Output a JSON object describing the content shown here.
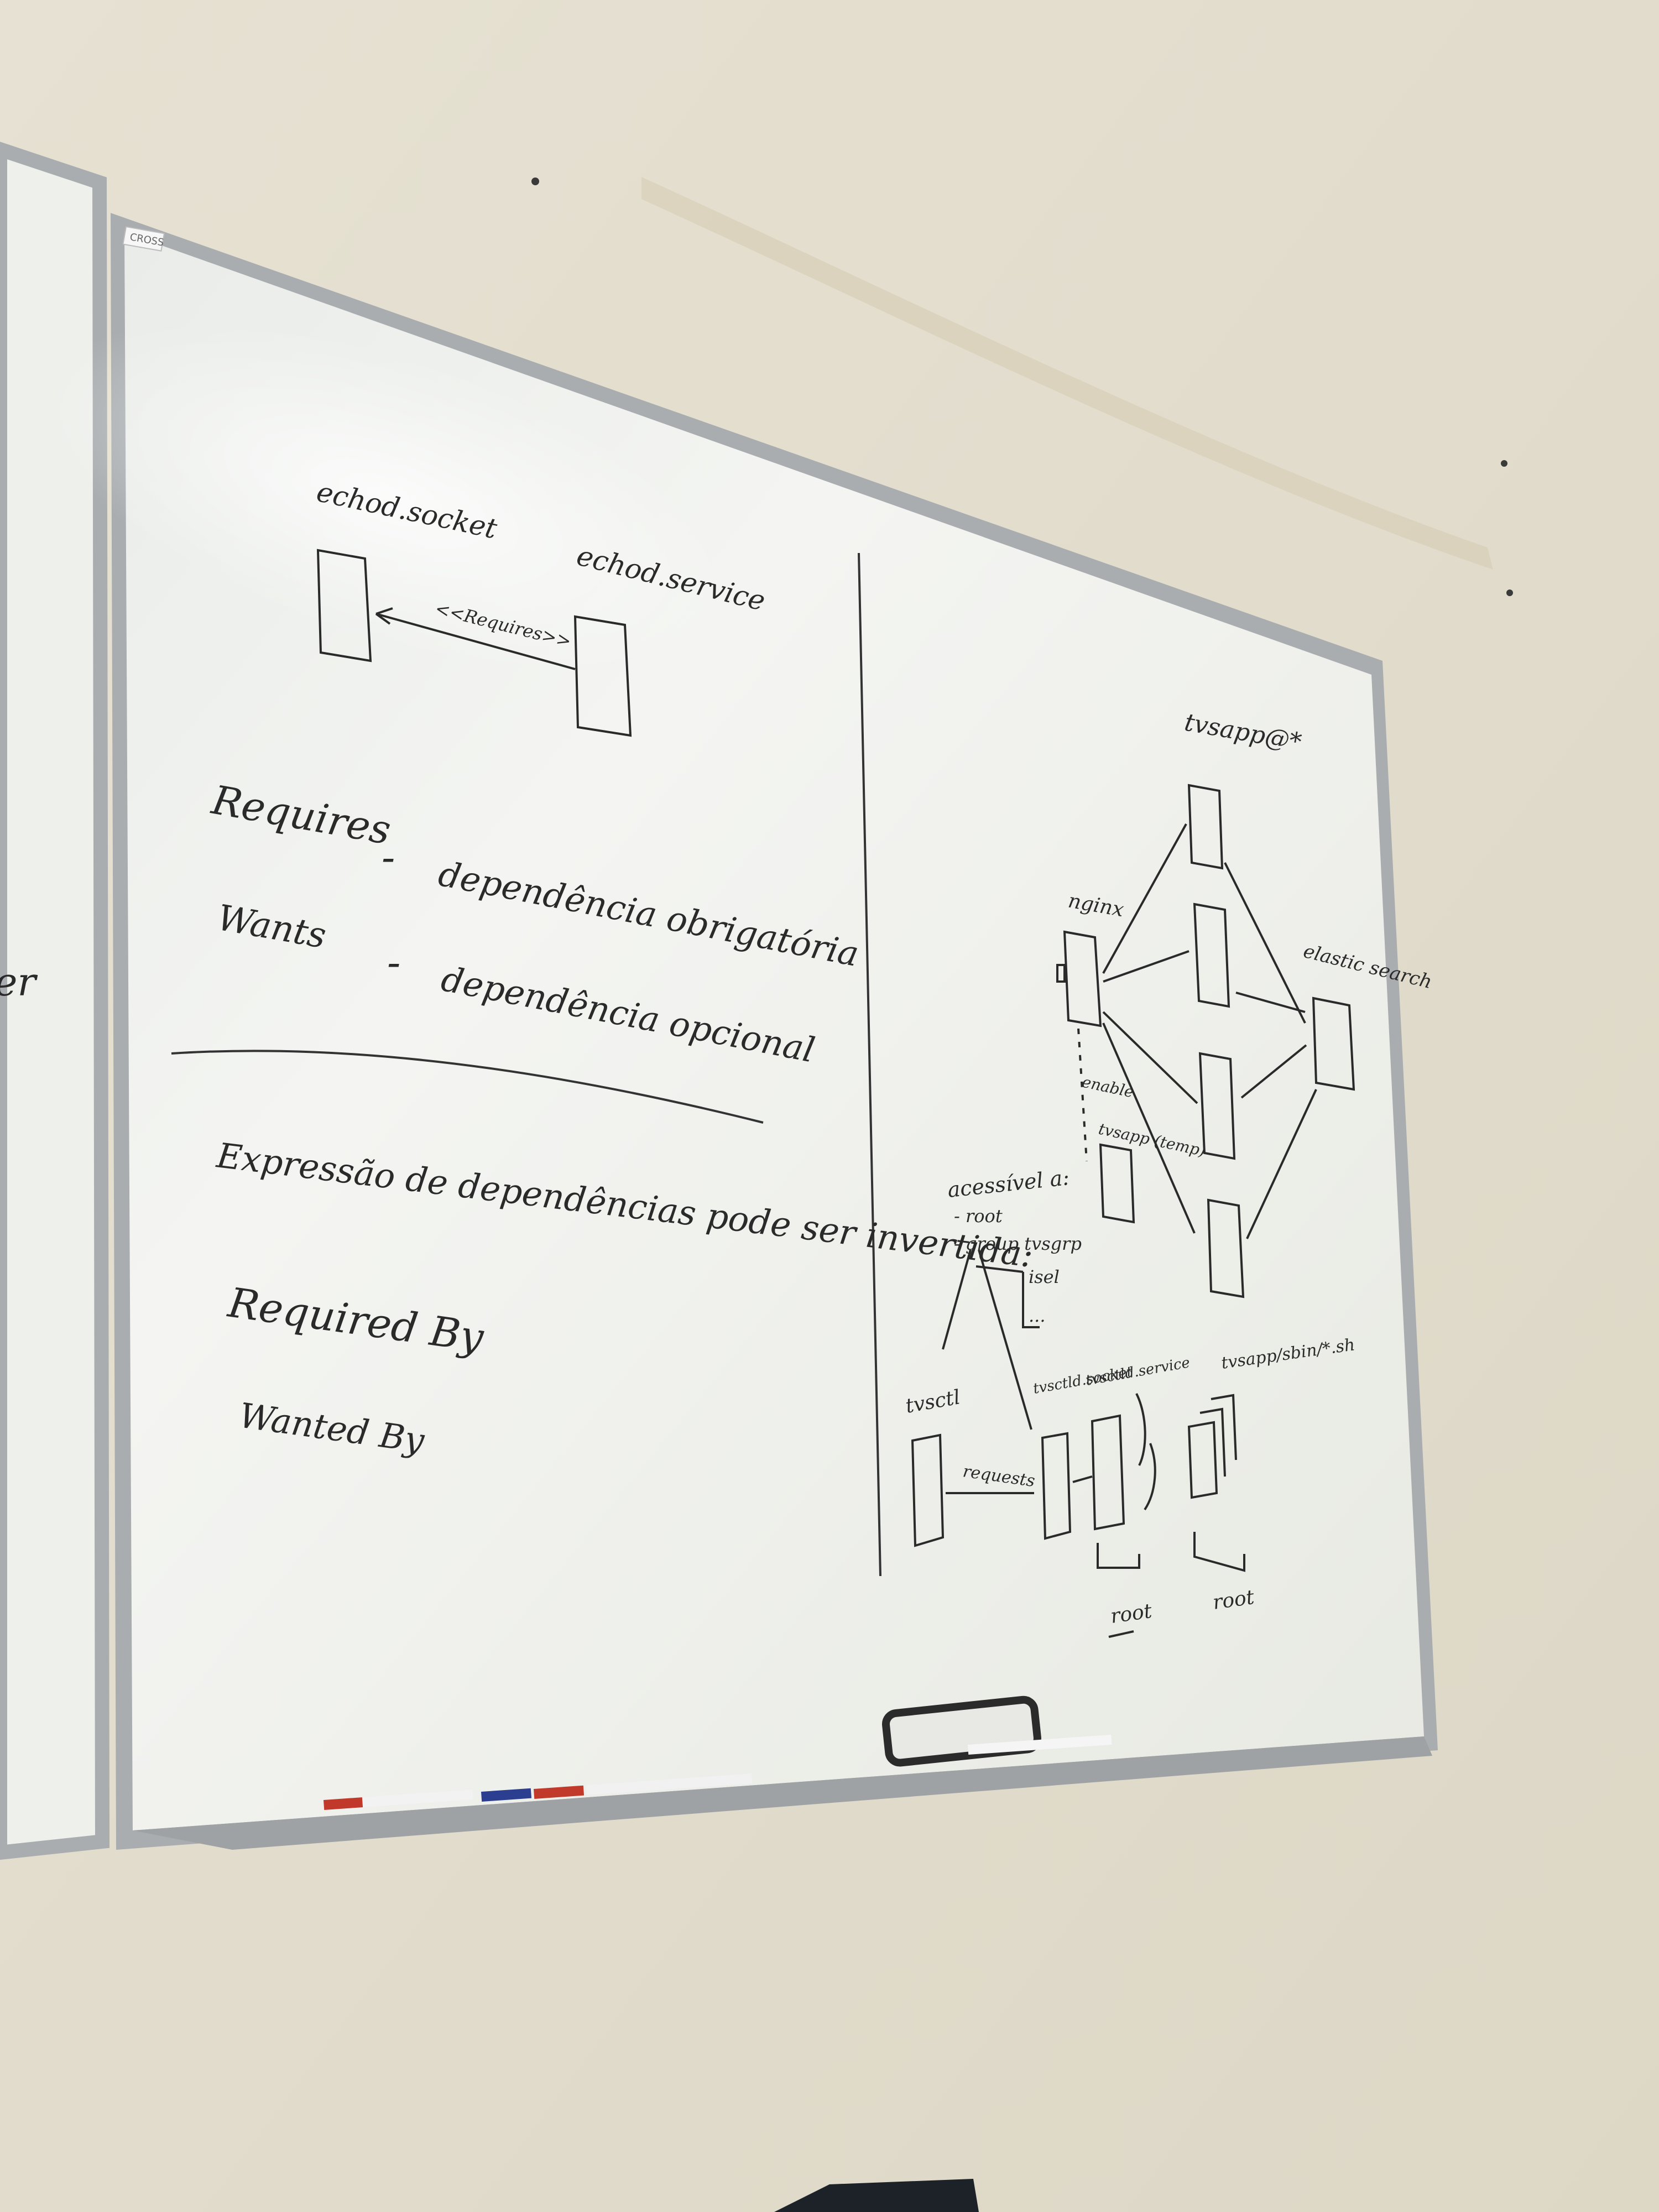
{
  "photo": {
    "wall_color": "#e9e4d6",
    "board_color": "#eef0ea",
    "frame_color": "#a9adb0",
    "ink_color": "#2a2a2a"
  },
  "board": {
    "brand_label": "CROSS",
    "left_board_fragment": "er"
  },
  "left_panel": {
    "socket_label": "echod.socket",
    "service_label": "echod.service",
    "requires_arrow_label": "<<Requires>>",
    "definitions": [
      {
        "term": "Requires",
        "dash": "-",
        "meaning": "dependência obrigatória"
      },
      {
        "term": "Wants",
        "dash": "-",
        "meaning": "dependência opcional"
      }
    ],
    "inversion_note": "Expressão de dependências pode ser invertida:",
    "inverse_terms": [
      "Required By",
      "Wanted By"
    ]
  },
  "right_panel": {
    "top_label": "tvsapp@*",
    "nginx_label": "nginx",
    "elastic_label": "elastic search",
    "enable_label": "enable",
    "tvsapp_temp_label": "tvsapp (temp)",
    "access_title": "acessível a:",
    "access_items": [
      "- root",
      "- group tvsgrp"
    ],
    "access_subitems": [
      "isel",
      "..."
    ],
    "tvsctl_label": "tvsctl",
    "sockd_label": "tvsctld.socket",
    "served_label": "tvsctld.service",
    "scripts_label": "tvsapp/sbin/*.sh",
    "requests_label": "requests",
    "root_label_1": "root",
    "root_label_2": "root"
  }
}
